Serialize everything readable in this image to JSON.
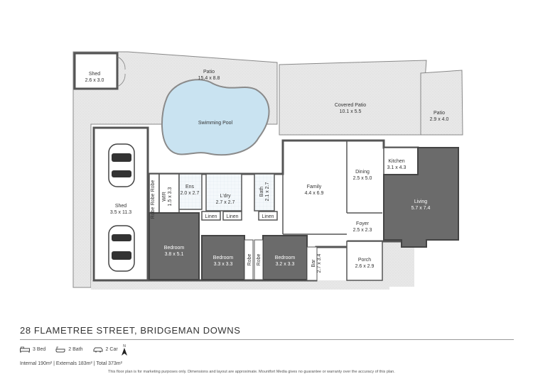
{
  "rooms": {
    "shed_small": {
      "name": "Shed",
      "size": "2.6 x 3.0"
    },
    "patio_main": {
      "name": "Patio",
      "size": "15.4 x 8.8"
    },
    "pool": {
      "name": "Swimming Pool"
    },
    "covered_patio": {
      "name": "Covered Patio",
      "size": "10.1 x 5.5"
    },
    "patio_side": {
      "name": "Patio",
      "size": "2.9 x 4.0"
    },
    "kitchen": {
      "name": "Kitchen",
      "size": "3.1 x 4.3"
    },
    "dining": {
      "name": "Dining",
      "size": "2.5 x 5.0"
    },
    "family": {
      "name": "Family",
      "size": "4.4 x 6.9"
    },
    "living": {
      "name": "Living",
      "size": "5.7 x 7.4"
    },
    "ens": {
      "name": "Ens",
      "size": "2.0 x 2.7"
    },
    "wir": {
      "name": "WIR",
      "size": "1.5 x 3.3"
    },
    "ldry": {
      "name": "L'dry",
      "size": "2.7 x 2.7"
    },
    "bath": {
      "name": "Bath",
      "size": "2.1 x 2.7"
    },
    "shed_large": {
      "name": "Shed",
      "size": "3.5 x 11.3"
    },
    "foyer": {
      "name": "Foyer",
      "size": "2.5 x 2.3"
    },
    "bed1": {
      "name": "Bedroom",
      "size": "3.8 x 5.1"
    },
    "bed2": {
      "name": "Bedroom",
      "size": "3.3 x 3.3"
    },
    "bed3": {
      "name": "Bedroom",
      "size": "3.2 x 3.3"
    },
    "bar": {
      "name": "Bar",
      "size": "2.7 x 3.4"
    },
    "porch": {
      "name": "Porch",
      "size": "2.6 x 2.9"
    }
  },
  "small_labels": {
    "robe": "Robe",
    "linen": "Linen"
  },
  "footer": {
    "address": "28 FLAMETREE STREET, BRIDGEMAN DOWNS",
    "beds": "3 Bed",
    "baths": "2 Bath",
    "cars": "2 Car",
    "north": "N",
    "areas": "Internal  190m²   |   Externals  183m²   |   Total   373m²",
    "disclaimer": "This floor plan is for marketing purposes only. Dimensions and layout are approximate. Mountfort Media gives no guarantee or warranty over the accuracy of this plan."
  },
  "colors": {
    "exterior_fill": "#e6e6e6",
    "wall": "#555555",
    "bedroom_fill": "#6b6b6b",
    "pool_fill": "#c9e3f1",
    "pool_stroke": "#8a8a8a"
  }
}
